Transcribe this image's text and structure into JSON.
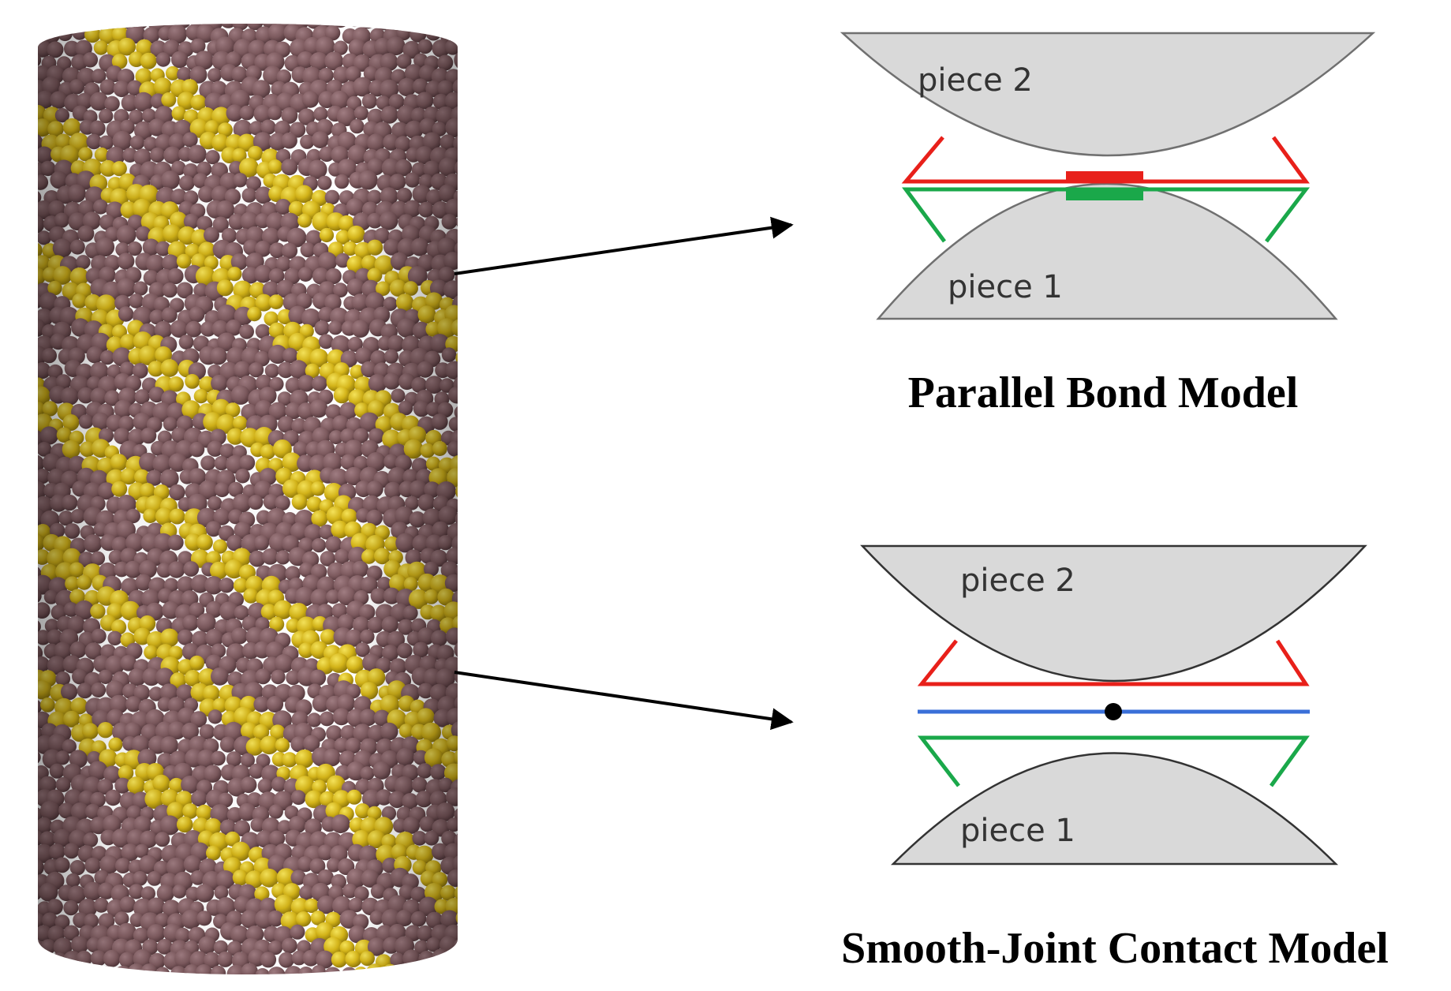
{
  "figure": {
    "specimen": {
      "name": "bonded-particle-cylinder",
      "colors": {
        "matrix": "#7d5a5e",
        "matrix_dark": "#4f3438",
        "joint": "#d4b419",
        "joint_dark": "#8a7208"
      }
    },
    "parallel_bond": {
      "caption": "Parallel Bond Model",
      "upper_label": "piece 2",
      "lower_label": "piece 1"
    },
    "smooth_joint": {
      "caption": "Smooth-Joint Contact Model",
      "upper_label": "piece 2",
      "lower_label": "piece 1"
    },
    "colors": {
      "piece_fill": "#d9d9d9",
      "piece_stroke": "#707070",
      "upper_bond": "#e8201a",
      "lower_bond": "#1aa84a",
      "joint_plane": "#3a6fd8",
      "arrow": "#000000"
    }
  }
}
